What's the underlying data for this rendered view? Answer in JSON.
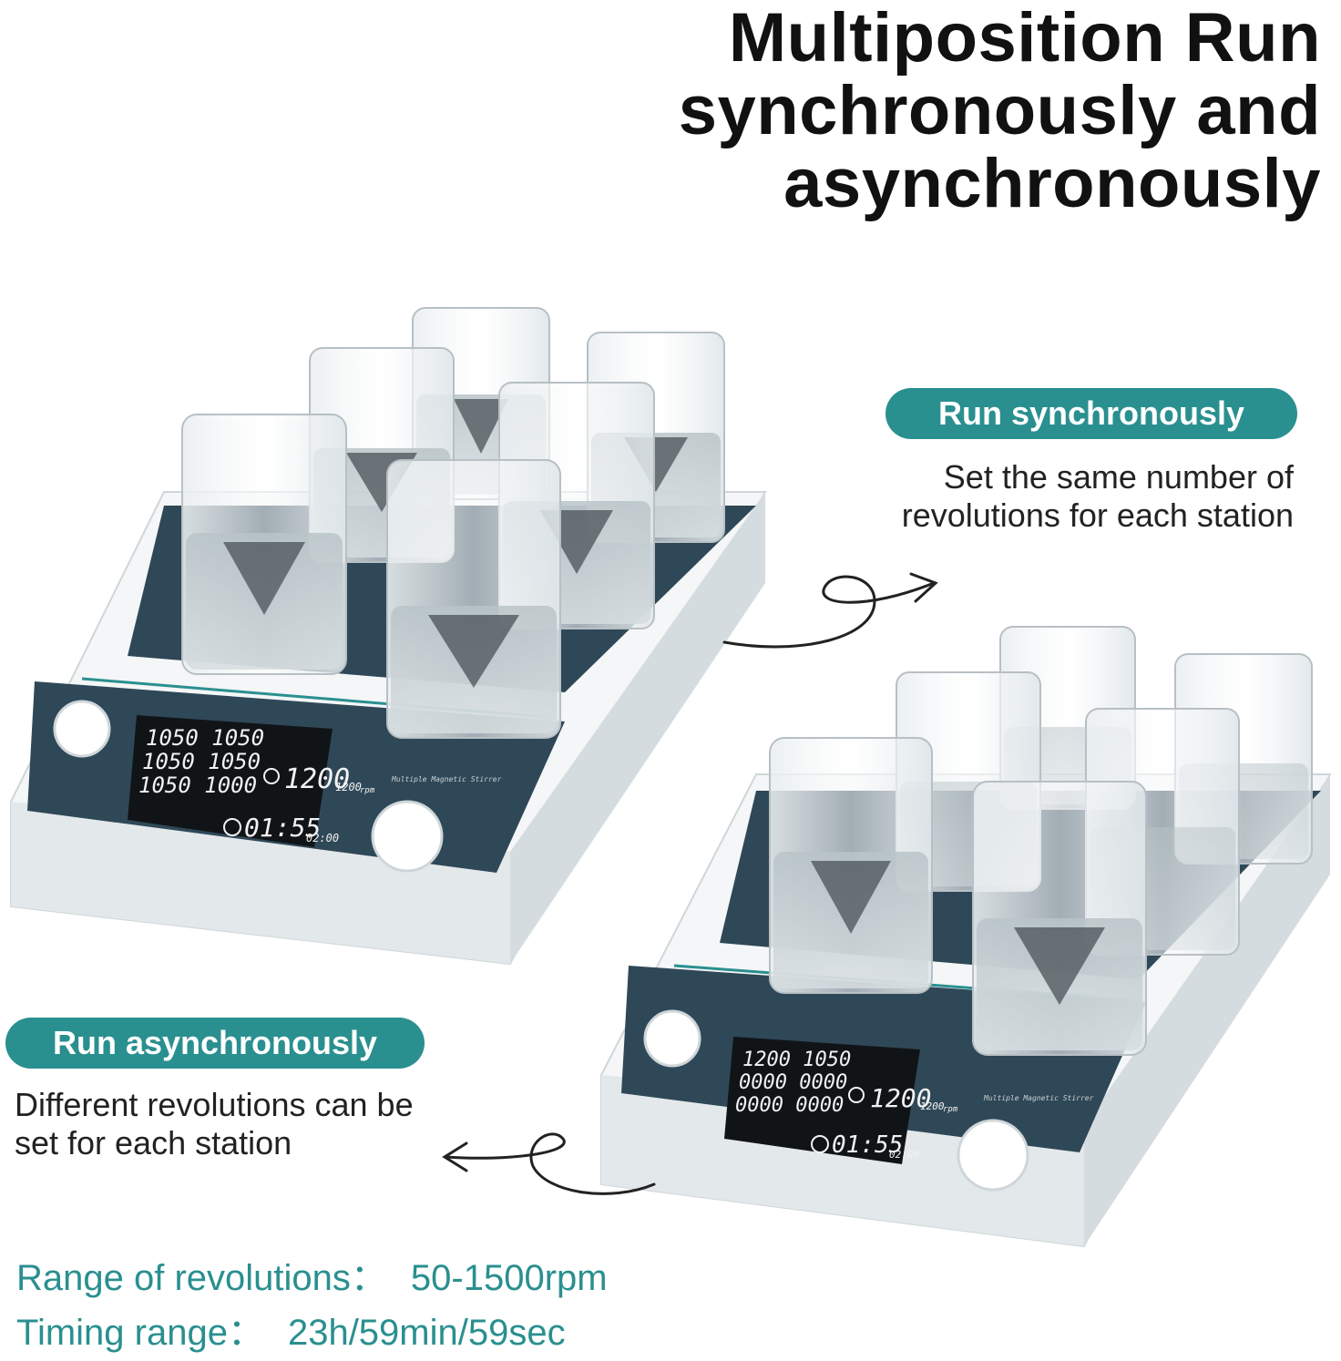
{
  "headline": [
    "Multiposition  Run",
    "synchronously and",
    "asynchronously"
  ],
  "sync": {
    "title": "Run synchronously",
    "desc": [
      "Set the same number of",
      "revolutions for each station"
    ]
  },
  "async": {
    "title": "Run asynchronously",
    "desc": [
      "Different revolutions can be",
      "set for each station"
    ]
  },
  "specs": {
    "range_label": "Range of revolutions：",
    "range_value": "50-1500rpm",
    "timing_label": "Timing range：",
    "timing_value": "23h/59min/59sec"
  },
  "device_sync": {
    "rows": [
      "1050  1050",
      "1050  1050",
      "1050  1000"
    ],
    "main_speed": "1200",
    "set_speed": "1200",
    "unit": "rpm",
    "timer": "01:55",
    "timer_set": "02:00",
    "model": "Multiple Magnetic Stirrer"
  },
  "device_async": {
    "rows": [
      "1200  1050",
      "0000  0000",
      "0000  0000"
    ],
    "main_speed": "1200",
    "set_speed": "1200",
    "unit": "rpm",
    "timer": "01:55",
    "timer_set": "02:00",
    "model": "Multiple Magnetic Stirrer"
  },
  "colors": {
    "accent": "#2a8f8f",
    "plate": "#2f4858",
    "housing": "#f4f6f7",
    "display": "#111417"
  }
}
